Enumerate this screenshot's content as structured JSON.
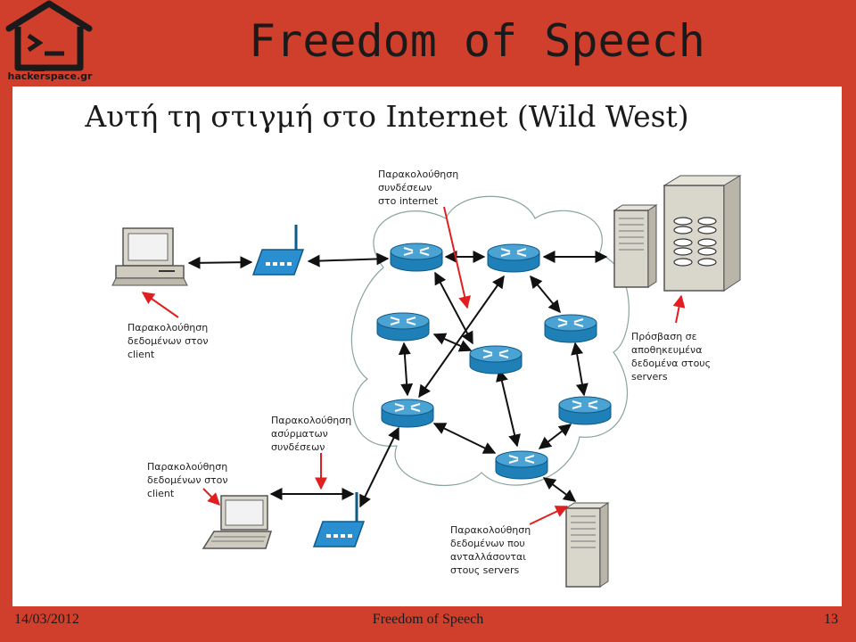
{
  "header": {
    "logo_text": "hackerspace.gr",
    "title": "Freedom of Speech"
  },
  "slide": {
    "subtitle": "Αυτή τη στιγμή στο Internet (Wild West)"
  },
  "labels": {
    "monitor_internet": [
      "Παρακολούθηση",
      "συνδέσεων",
      "στο internet"
    ],
    "monitor_client_top": [
      "Παρακολούθηση",
      "δεδομένων στον",
      "client"
    ],
    "stored_data": [
      "Πρόσβαση σε",
      "αποθηκευμένα",
      "δεδομένα στους",
      "servers"
    ],
    "monitor_wireless": [
      "Παρακολούθηση",
      "ασύρματων",
      "συνδέσεων"
    ],
    "monitor_client_bottom": [
      "Παρακολούθηση",
      "δεδομένων στον",
      "client"
    ],
    "monitor_servers": [
      "Παρακολούθηση",
      "δεδομένων που",
      "ανταλλάσονται",
      "στους servers"
    ]
  },
  "footer": {
    "date": "14/03/2012",
    "center": "Freedom of Speech",
    "page": "13"
  },
  "colors": {
    "background": "#cf3f2c",
    "router": "#1f7fb7",
    "router_top": "#4ba3d3",
    "arrow_red": "#e02020"
  }
}
